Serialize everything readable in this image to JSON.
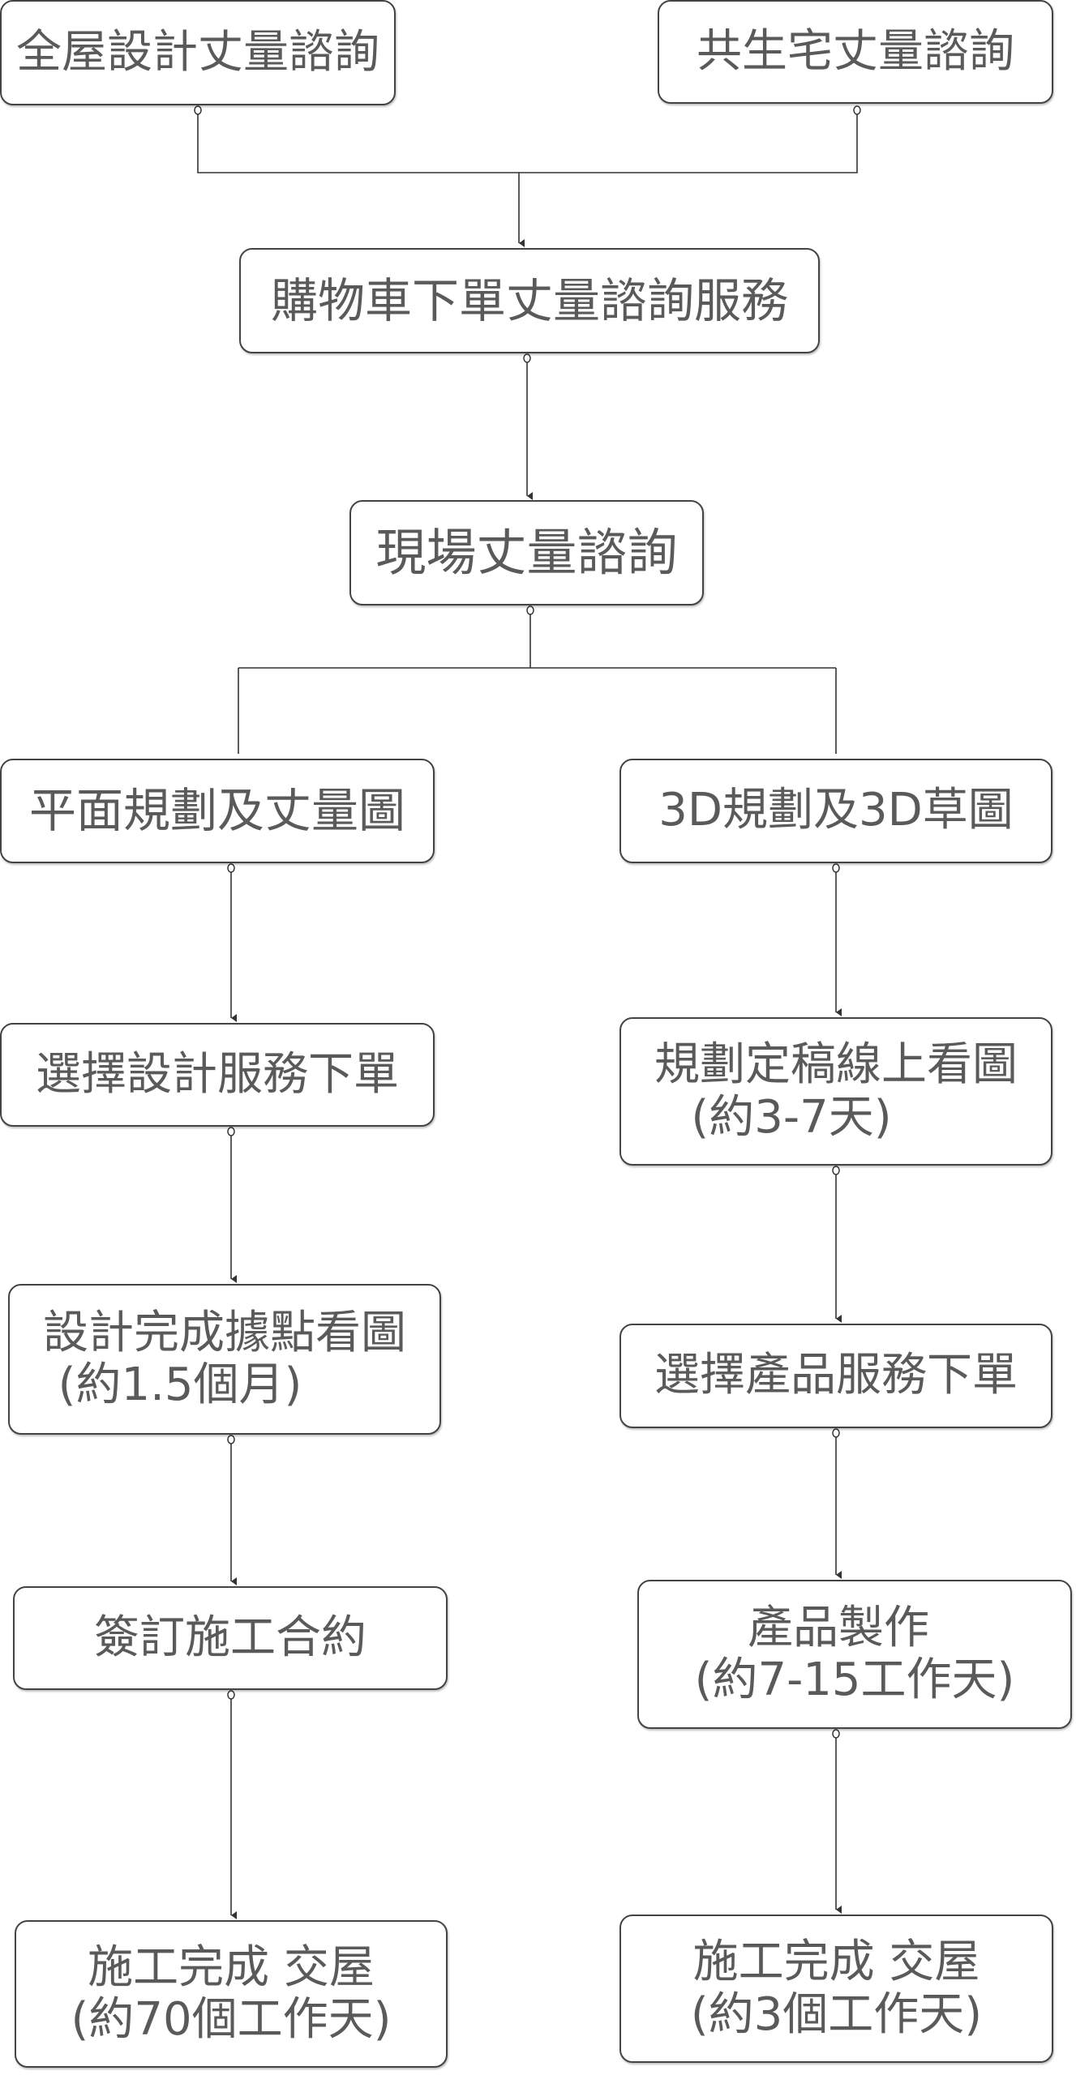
{
  "nodes": {
    "whole_house": {
      "line1": "全屋設計丈量諮詢"
    },
    "cohousing": {
      "line1": "共生宅丈量諮詢"
    },
    "cart_order": {
      "line1": "購物車下單丈量諮詢服務"
    },
    "onsite": {
      "line1": "現場丈量諮詢"
    },
    "floor_plan": {
      "line1": "平面規劃及丈量圖"
    },
    "plan_3d": {
      "line1": "3D規劃及3D草圖"
    },
    "design_order": {
      "line1": "選擇設計服務下單"
    },
    "finalize": {
      "line1": "規劃定稿線上看圖",
      "line2": "(約3-7天)"
    },
    "design_done": {
      "line1": "設計完成據點看圖",
      "line2": "(約1.5個月)"
    },
    "product_order": {
      "line1": "選擇產品服務下單"
    },
    "contract": {
      "line1": "簽訂施工合約"
    },
    "production": {
      "line1": "產品製作",
      "line2": "(約7-15工作天)"
    },
    "handover_left": {
      "line1": "施工完成 交屋",
      "line2": "(約70個工作天)"
    },
    "handover_right": {
      "line1": "施工完成 交屋",
      "line2": "(約3個工作天)"
    }
  },
  "colors": {
    "text": "#5a5a5a",
    "border": "#444444",
    "line": "#333333"
  }
}
